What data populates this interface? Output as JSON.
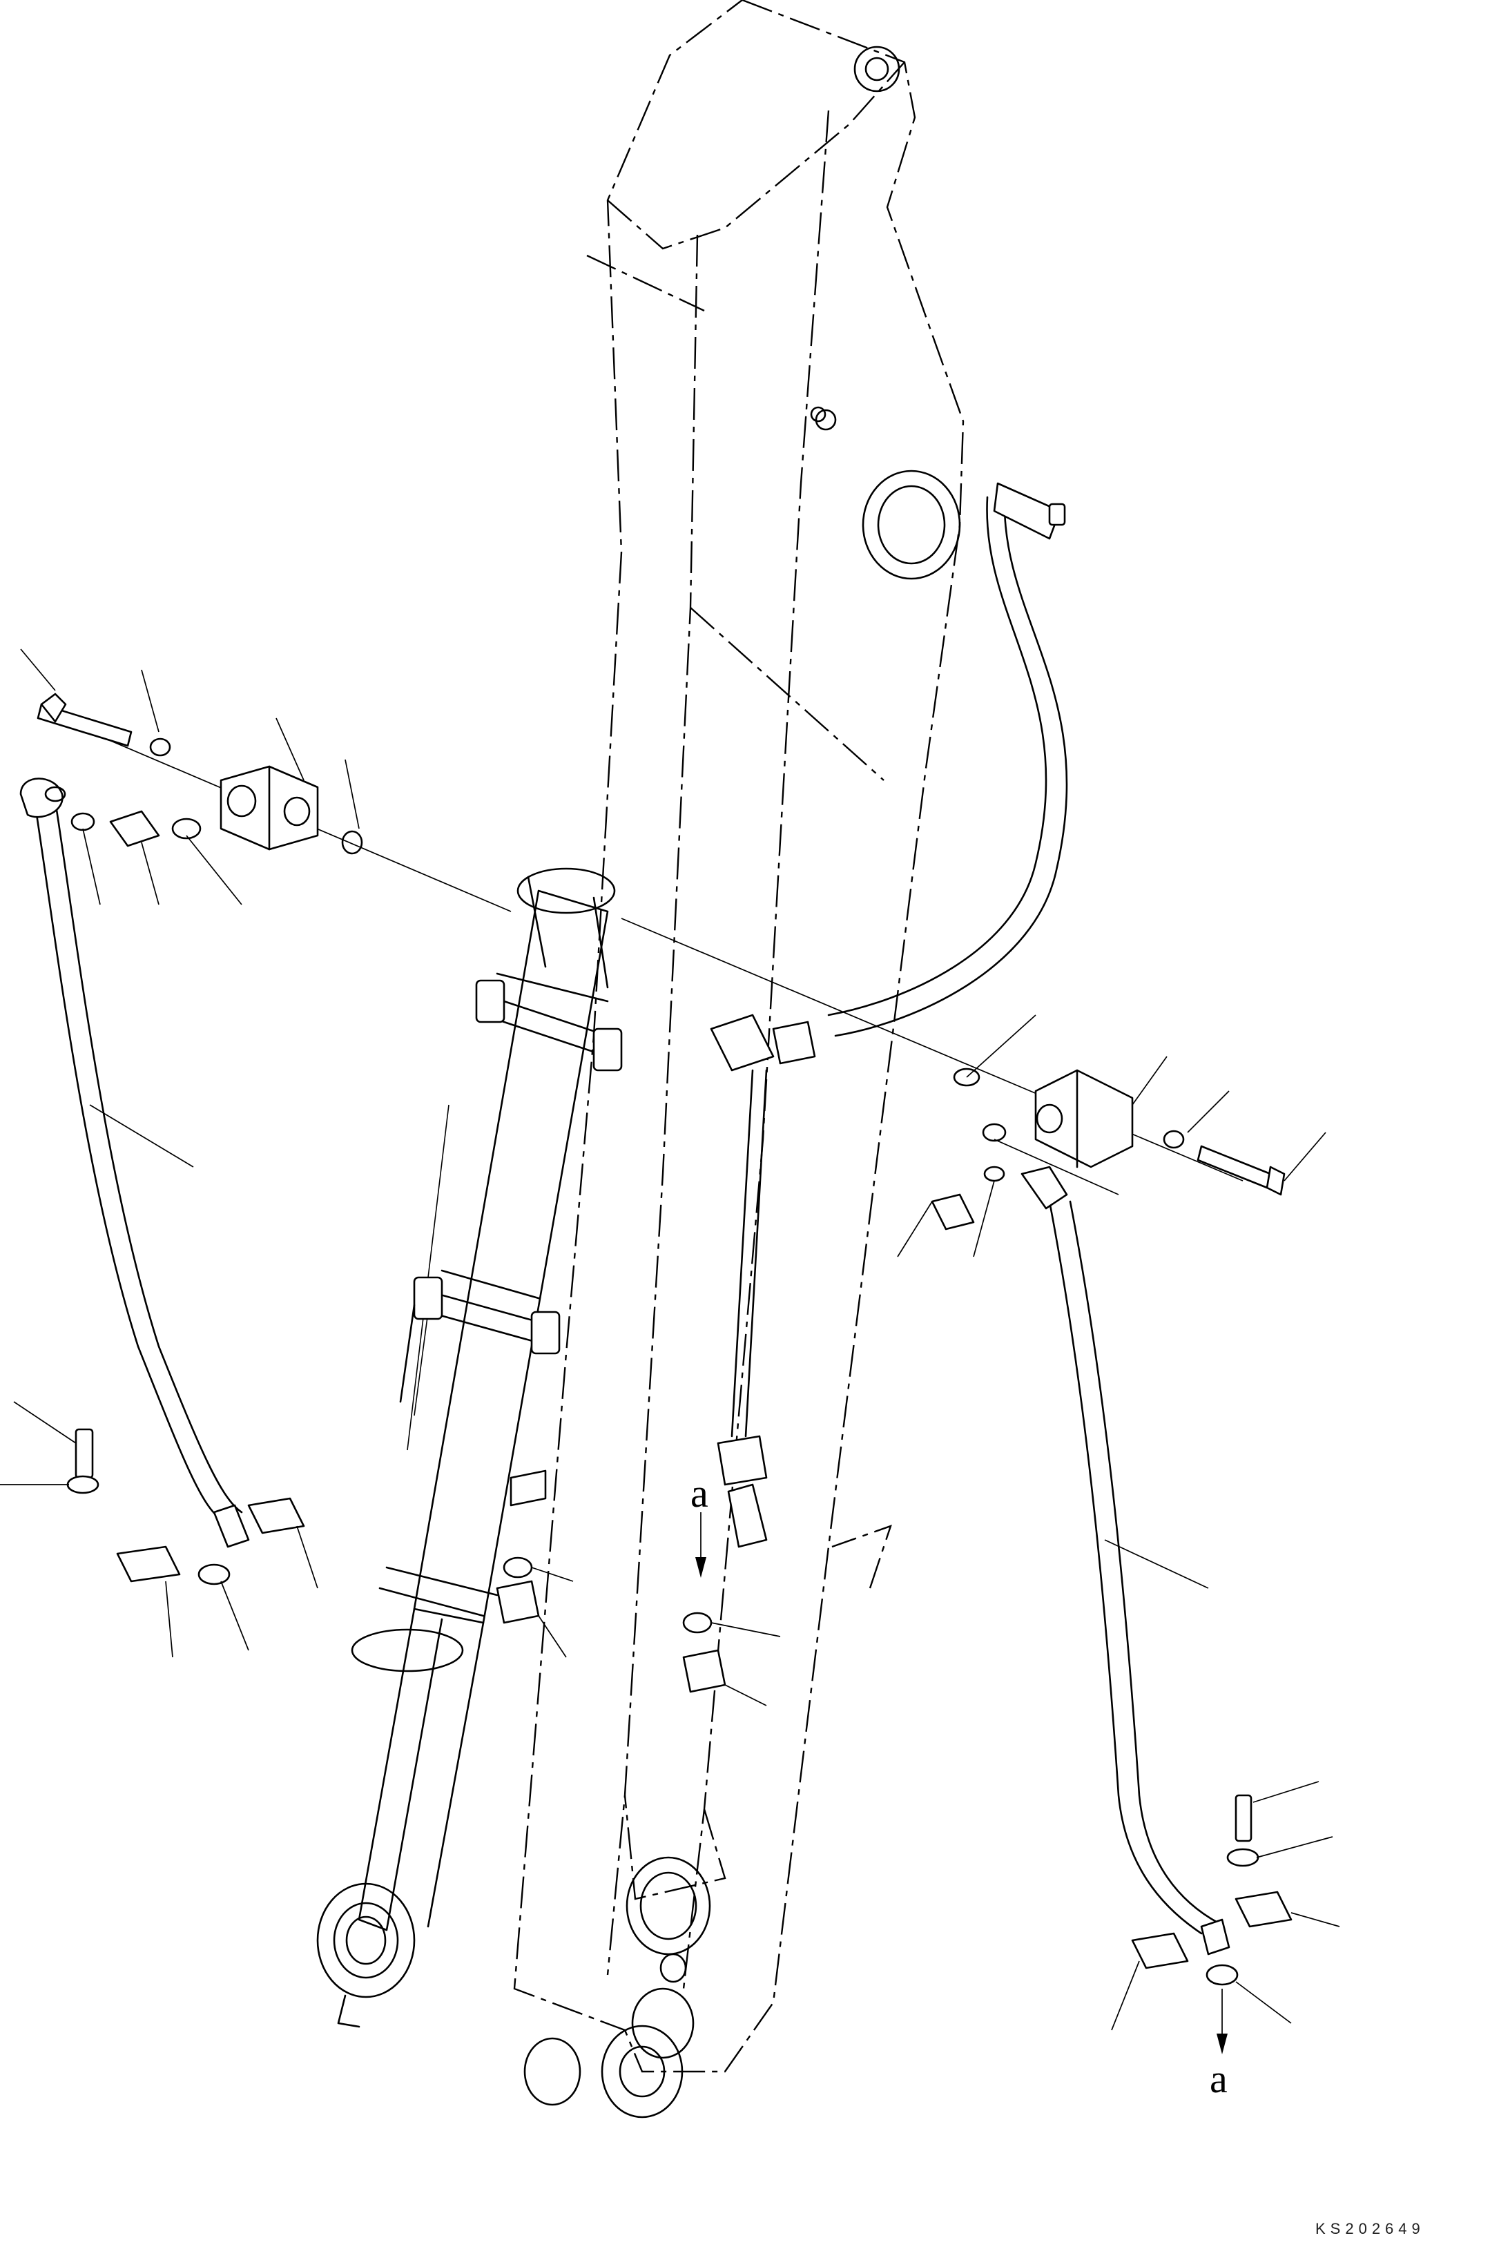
{
  "diagram": {
    "view_label_top": "a",
    "view_label_bottom": "a",
    "drawing_code": "KS202649"
  },
  "colors": {
    "line": "#000000",
    "background": "#ffffff"
  }
}
